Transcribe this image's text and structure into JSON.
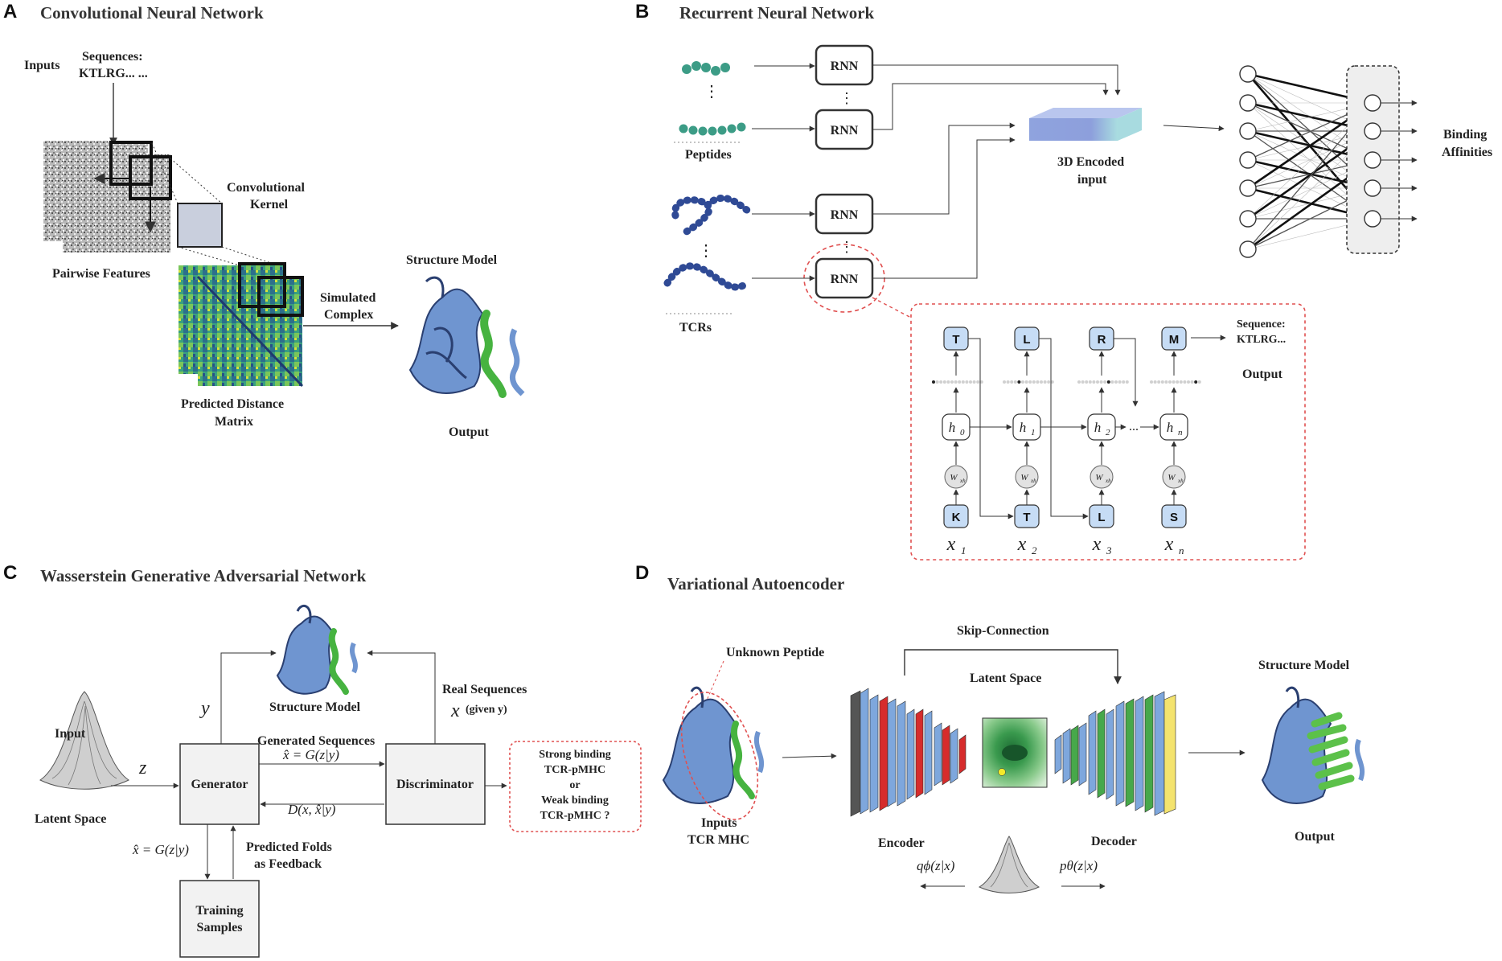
{
  "panel_a": {
    "letter": "A",
    "title": "Convolutional Neural Network",
    "inputs": "Inputs",
    "sequences_line1": "Sequences:",
    "sequences_line2": "KTLRG... ...",
    "conv_kernel_line1": "Convolutional",
    "conv_kernel_line2": "Kernel",
    "pairwise": "Pairwise Features",
    "simulated_line1": "Simulated",
    "simulated_line2": "Complex",
    "structure_model": "Structure Model",
    "pred_dist_line1": "Predicted Distance",
    "pred_dist_line2": "Matrix",
    "output": "Output"
  },
  "panel_b": {
    "letter": "B",
    "title": "Recurrent Neural Network",
    "rnn": "RNN",
    "peptides": "Peptides",
    "tcrs": "TCRs",
    "encoded_line1": "3D Encoded",
    "encoded_line2": "input",
    "binding_line1": "Binding",
    "binding_line2": "Affinities",
    "top_tokens": [
      "T",
      "L",
      "R",
      "M"
    ],
    "bottom_tokens": [
      "K",
      "T",
      "L",
      "S"
    ],
    "hidden": [
      "h",
      "h",
      "h",
      "h"
    ],
    "hidden_sub": [
      "0",
      "1",
      "2",
      "n"
    ],
    "weight": "W",
    "weight_sub": "xh",
    "x": [
      "x",
      "x",
      "x",
      "x"
    ],
    "x_sub": [
      "1",
      "2",
      "3",
      "n"
    ],
    "ellipsis": "...",
    "seq_out_line1": "Sequence:",
    "seq_out_line2": "KTLRG...",
    "output": "Output"
  },
  "panel_c": {
    "letter": "C",
    "title": "Wasserstein Generative Adversarial Network",
    "structure_model": "Structure Model",
    "real_seq": "Real Sequences",
    "x": "x",
    "given_y": "(given y)",
    "y": "y",
    "input": "Input",
    "z": "z",
    "latent": "Latent Space",
    "generator": "Generator",
    "discriminator": "Discriminator",
    "generated_seq": "Generated Sequences",
    "xhat_eq": "x̂ = G(z|y)",
    "d_eq": "D(x, x̂|y)",
    "xhat_eq_left": "x̂ = G(z|y)",
    "predicted_folds_line1": "Predicted Folds",
    "predicted_folds_line2": "as Feedback",
    "training_line1": "Training",
    "training_line2": "Samples",
    "strong_line1": "Strong binding",
    "strong_line2": "TCR-pMHC",
    "or": "or",
    "weak_line1": "Weak binding",
    "weak_line2": "TCR-pMHC ?"
  },
  "panel_d": {
    "letter": "D",
    "title": "Variational Autoencoder",
    "skip": "Skip-Connection",
    "unknown_peptide": "Unknown Peptide",
    "latent_space": "Latent Space",
    "structure_model": "Structure Model",
    "inputs_line1": "Inputs",
    "inputs_line2": "TCR MHC",
    "encoder": "Encoder",
    "decoder": "Decoder",
    "output": "Output",
    "q_eq": "qϕ(z|x)",
    "p_eq": "pθ(z|x)"
  },
  "colors": {
    "protein_blue": "#6f95d0",
    "protein_green": "#46b340",
    "token_fill": "#c6dcf5",
    "layer_blue": "#7ea7dd",
    "layer_red": "#d62c2c",
    "layer_green": "#47a84a",
    "layer_yellow": "#f4e36e",
    "red_dash": "#e05050"
  }
}
